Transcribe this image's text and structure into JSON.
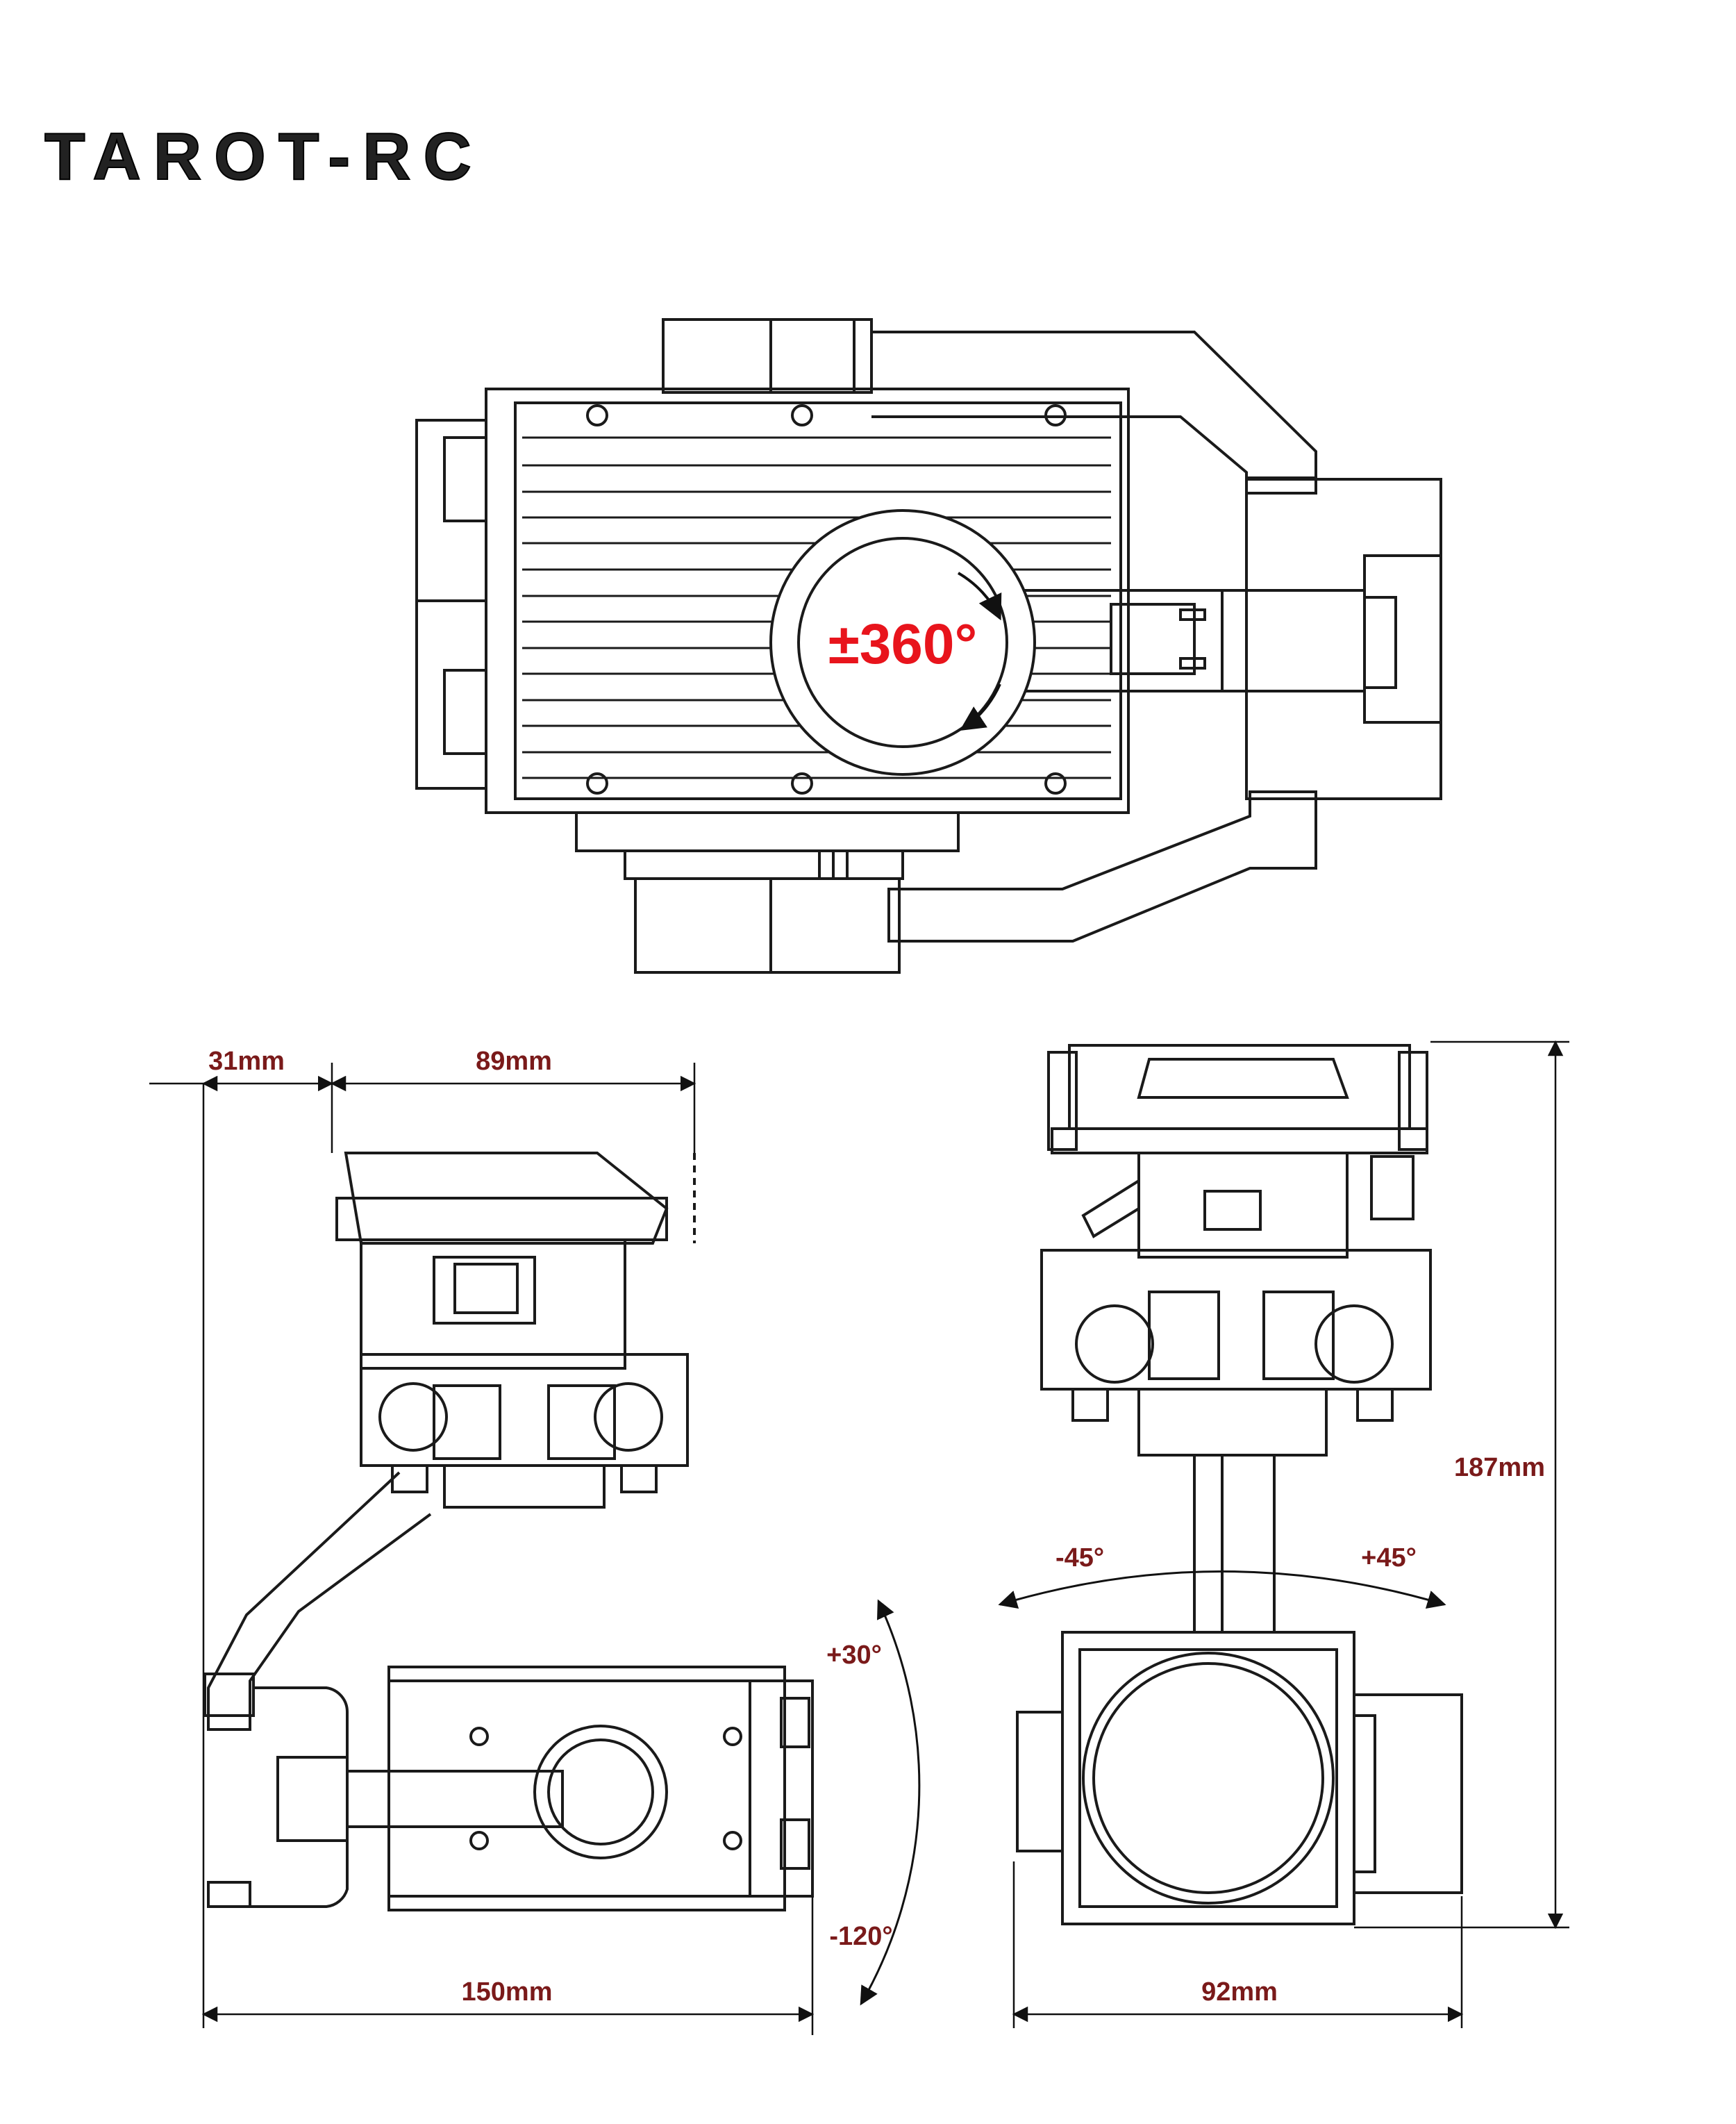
{
  "brand": {
    "logo_text": "TAROT-RC"
  },
  "top_view": {
    "rotation_label": "±360°"
  },
  "side_view": {
    "dim_offset": "31mm",
    "dim_width": "89mm",
    "dim_total": "150mm",
    "tilt_up": "+30°",
    "tilt_down": "-120°"
  },
  "front_view": {
    "dim_height": "187mm",
    "dim_width": "92mm",
    "roll_left": "-45°",
    "roll_right": "+45°"
  },
  "colors": {
    "accent": "#e8141c",
    "line": "#1a1a1a",
    "dim": "#7a1a1a"
  }
}
